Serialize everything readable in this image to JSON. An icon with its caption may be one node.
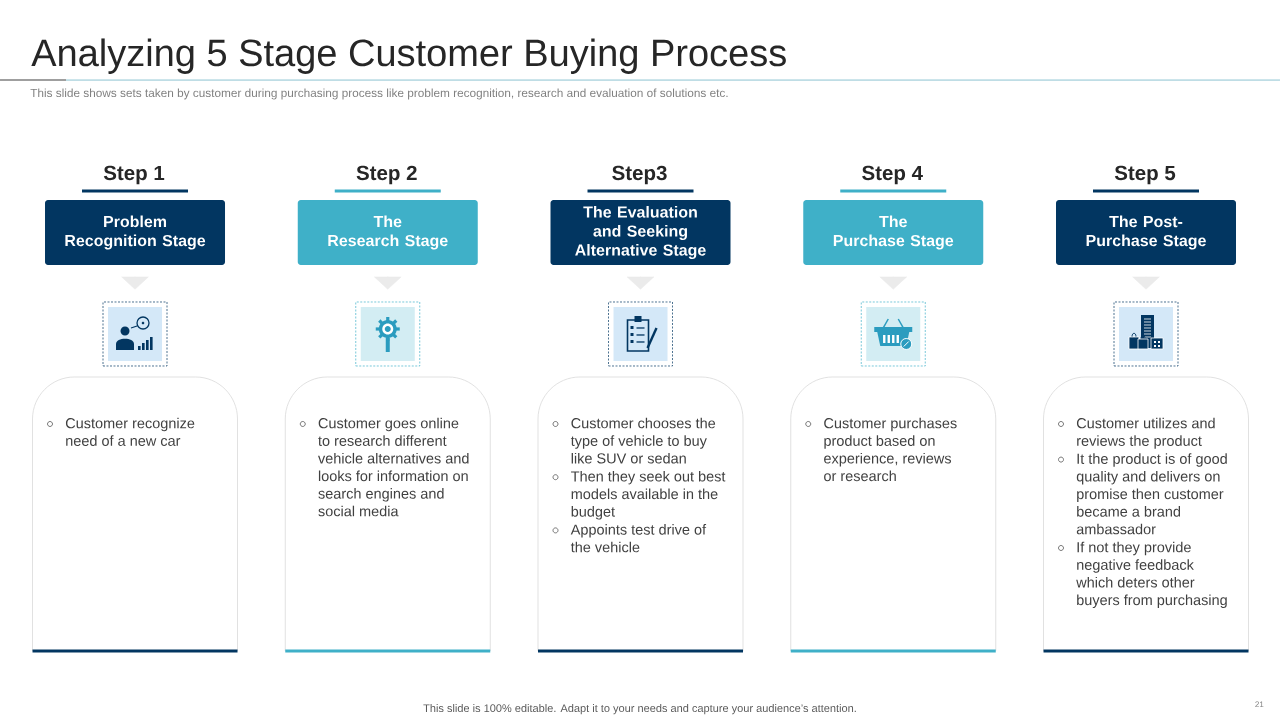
{
  "diagram": {
    "title": "Analyzing 5 Stage Customer Buying Process",
    "nodes": [
      {
        "text": [
          "Step 1",
          "Problem Recognition Stage"
        ]
      },
      {
        "text": [],
        "shape": "picture"
      },
      {
        "text": [
          "Customer recognize need of a new car"
        ]
      },
      {
        "text": [
          "Step 2",
          "The Research Stage"
        ]
      },
      {
        "text": [],
        "shape": "picture"
      },
      {
        "text": [
          "Customer goes online to research different vehicle alternatives and looks for information on search engines and social media"
        ]
      },
      {
        "text": [
          "Step3",
          "The Evaluation and Seeking Alternative Stage"
        ]
      },
      {
        "text": [],
        "shape": "picture"
      },
      {
        "text": [
          "Customer chooses the type of vehicle to buy like SUV or sedan",
          "Then they seek out best models available in the budget",
          "Appoints test drive of the vehicle"
        ]
      },
      {
        "text": [
          "Step 4",
          "The Purchase Stage"
        ]
      },
      {
        "text": [],
        "shape": "picture"
      },
      {
        "text": [
          "Customer purchases product based on experience, reviews or research"
        ]
      },
      {
        "text": [
          "Step 5",
          "The Post- Purchase Stage"
        ]
      },
      {
        "text": [],
        "shape": "picture"
      },
      {
        "text": [
          "Customer utilizes and reviews the product",
          "It the product is of good quality and delivers on promise then customer became a brand ambassador",
          "If not they provide negative feedback which deters other buyers from purchasing"
        ]
      }
    ],
    "edges": [
      {
        "from": 0,
        "to": 1,
        "arrow": "to"
      },
      {
        "from": 3,
        "to": 4,
        "arrow": "to"
      },
      {
        "from": 6,
        "to": 7,
        "arrow": "to"
      },
      {
        "from": 9,
        "to": 10,
        "arrow": "to"
      },
      {
        "from": 12,
        "to": 13,
        "arrow": "to"
      }
    ],
    "labels": [
      "This slide shows sets taken by customer during purchasing process like problem recognition, research and evaluation of solutions etc.",
      "This slide is 100% editable. Adapt it to your needs and capture your audience’s attention.",
      "21"
    ]
  }
}
